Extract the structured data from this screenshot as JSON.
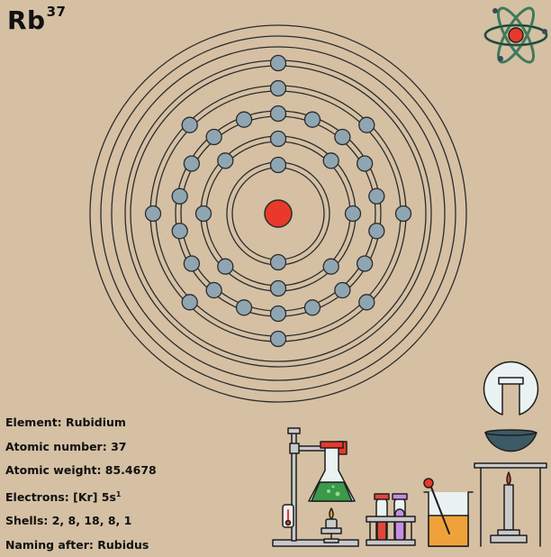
{
  "element": {
    "symbol": "Rb",
    "atomic_number_sup": "37"
  },
  "info": {
    "element_line": "Element: Rubidium",
    "atomic_number_line": "Atomic number: 37",
    "atomic_weight_line": "Atomic weight: 85.4678",
    "electrons_prefix": "Electrons: [Kr] 5s",
    "electrons_sup": "1",
    "shells_line": "Shells: 2, 8, 18, 8, 1",
    "naming_line": "Naming after: Rubidus"
  },
  "model": {
    "shell_electron_counts": [
      2,
      8,
      18,
      8,
      1
    ]
  },
  "colors": {
    "background": "#d5c0a4",
    "nucleus": "#e8392a",
    "electron": "#8fa6b2",
    "outline": "#2b2b2b",
    "green_liquid": "#3a9a4a",
    "blue_liquid": "#3b5a66",
    "orange_liquid": "#f0a23a",
    "red_liquid": "#e2463a",
    "purple_liquid": "#c58ee0",
    "atom_icon_orbit": "#3f7a5a"
  },
  "icons": [
    "atom-icon",
    "ring-stand-icon",
    "erlenmeyer-flask-icon",
    "thermometer-icon",
    "burner-icon",
    "test-tube-rack-icon",
    "beaker-icon",
    "round-flask-icon",
    "tripod-stand-icon"
  ]
}
